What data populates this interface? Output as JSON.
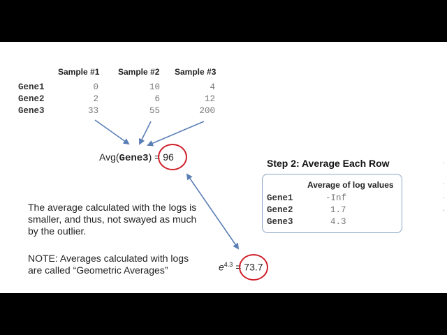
{
  "table": {
    "headers": [
      "Sample #1",
      "Sample #2",
      "Sample #3"
    ],
    "rows": [
      {
        "gene": "Gene1",
        "values": [
          "0",
          "10",
          "4"
        ]
      },
      {
        "gene": "Gene2",
        "values": [
          "2",
          "6",
          "12"
        ]
      },
      {
        "gene": "Gene3",
        "values": [
          "33",
          "55",
          "200"
        ]
      }
    ]
  },
  "avg": {
    "prefix": "Avg(",
    "gene": "Gene3",
    "suffix": ") = ",
    "value": "96"
  },
  "explanation": {
    "paragraph": "The average calculated with the logs is smaller, and thus, not swayed as much by the outlier.",
    "note": "NOTE: Averages calculated with logs are called “Geometric Averages”"
  },
  "exp": {
    "base": "e",
    "power": "4.3",
    "equals": " = ",
    "value": "73.7"
  },
  "step2": {
    "title": "Step 2: Average Each Row",
    "column_header": "Average of log values",
    "rows": [
      {
        "gene": "Gene1",
        "value": "-Inf"
      },
      {
        "gene": "Gene2",
        "value": "1.7"
      },
      {
        "gene": "Gene3",
        "value": "4.3"
      }
    ]
  },
  "colors": {
    "arrow": "#5b7fb5",
    "circle": "#d0202a",
    "box_border": "#8aa5c9"
  }
}
